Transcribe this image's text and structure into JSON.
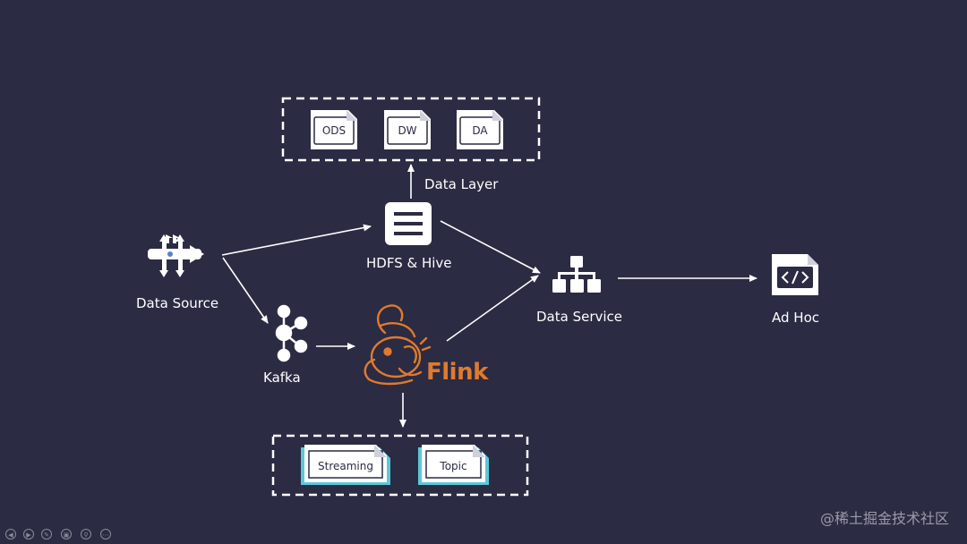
{
  "nodes": {
    "data_source": "Data Source",
    "kafka": "Kafka",
    "hdfs_hive": "HDFS & Hive",
    "data_layer": "Data Layer",
    "data_service": "Data Service",
    "ad_hoc": "Ad Hoc",
    "flink": "Flink"
  },
  "data_layer_docs": [
    "ODS",
    "DW",
    "DA"
  ],
  "flink_outputs": [
    "Streaming",
    "Topic"
  ],
  "watermark": "@稀土掘金技术社区",
  "controls": [
    "prev-icon",
    "next-icon",
    "pen-icon",
    "pages-icon",
    "zoom-icon",
    "more-icon"
  ],
  "colors": {
    "background": "#2b2b43",
    "flink": "#e07a2e",
    "accent": "#5bc8d8"
  }
}
